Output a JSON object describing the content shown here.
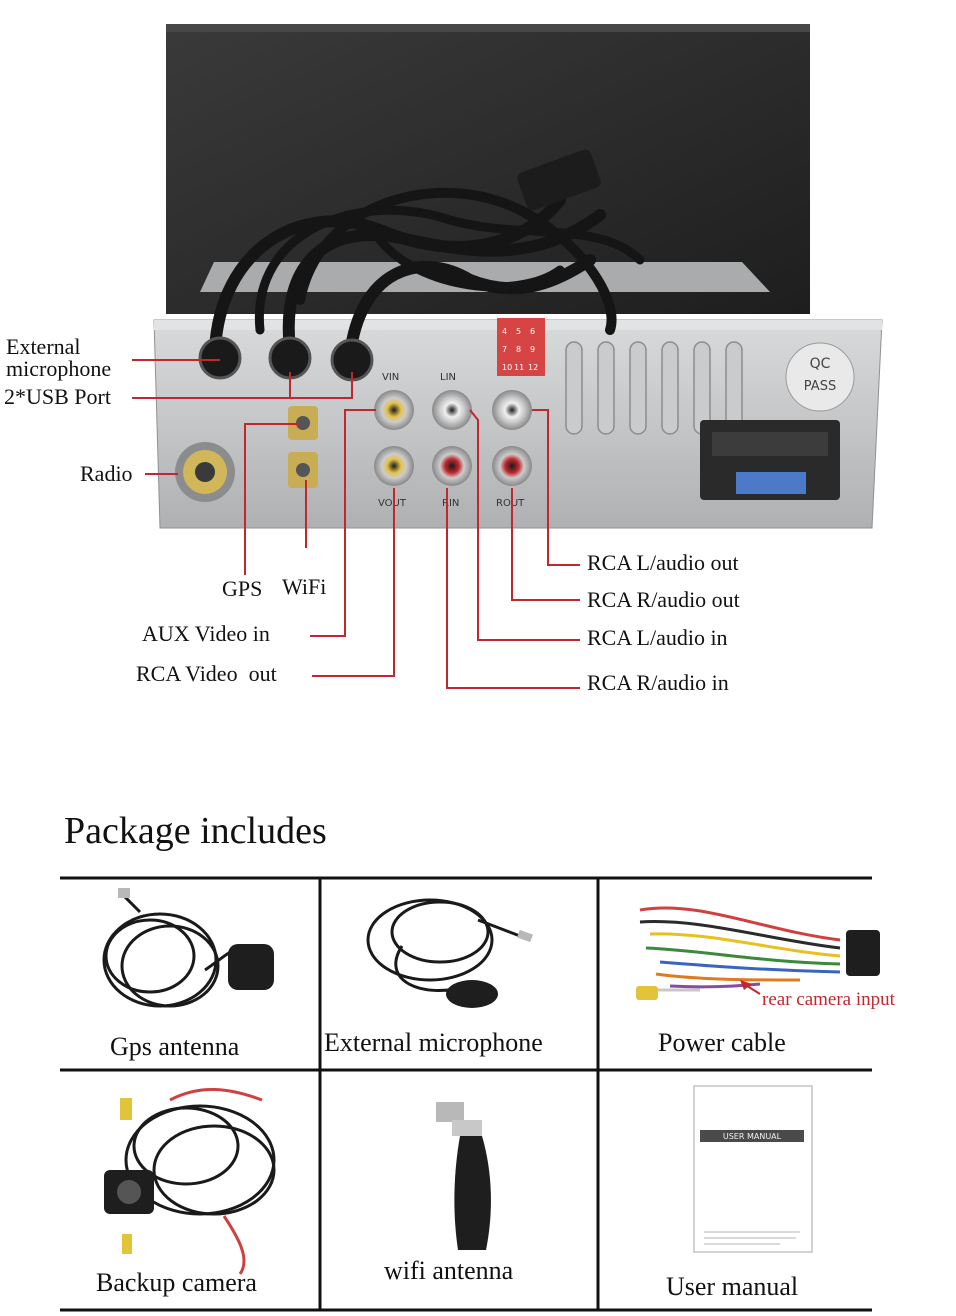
{
  "diagram": {
    "unit_labels": {
      "qc": "QC",
      "pass": "PASS",
      "vin": "VIN",
      "lin": "LIN",
      "vout": "VOUT",
      "rin": "RIN",
      "rout": "ROUT",
      "sticker": [
        "4",
        "5",
        "6",
        "7",
        "8",
        "9",
        "10",
        "11",
        "12"
      ]
    },
    "callouts": {
      "external_microphone_line1": "External",
      "external_microphone_line2": "microphone",
      "usb_port": "2*USB Port",
      "radio": "Radio",
      "gps": "GPS",
      "wifi": "WiFi",
      "aux_video_in": "AUX Video in",
      "rca_video_out": "RCA Video  out",
      "rca_l_audio_out": "RCA L/audio out",
      "rca_r_audio_out": "RCA R/audio out",
      "rca_l_audio_in": "RCA L/audio in",
      "rca_r_audio_in": "RCA R/audio in"
    },
    "callout_color": "#c0282d"
  },
  "package": {
    "heading": "Package includes",
    "items": [
      {
        "label": "Gps antenna"
      },
      {
        "label": "External microphone"
      },
      {
        "label": "Power cable",
        "note": "rear camera input"
      },
      {
        "label": "Backup camera"
      },
      {
        "label": "wifi antenna"
      },
      {
        "label": "User manual",
        "manual_title": "USER MANUAL"
      }
    ]
  }
}
